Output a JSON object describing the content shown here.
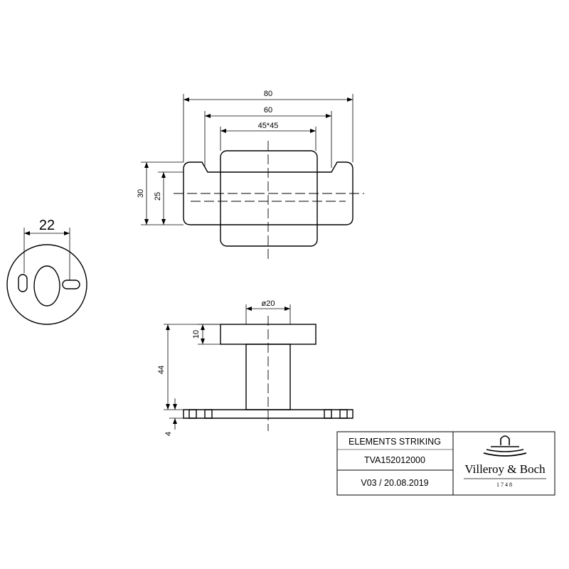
{
  "dimensions": {
    "overall_width": "80",
    "mid_width": "60",
    "inner_width": "45*45",
    "height_outer": "30",
    "height_inner": "25",
    "circle_hole_spacing": "22",
    "diameter": "ø20",
    "cap_height": "10",
    "total_height": "44",
    "plate_thickness": "4"
  },
  "title_block": {
    "product_name": "ELEMENTS STRIKING",
    "article_number": "TVA152012000",
    "version_date": "V03 / 20.08.2019",
    "brand_name": "Villeroy & Boch",
    "brand_year": "1748"
  }
}
